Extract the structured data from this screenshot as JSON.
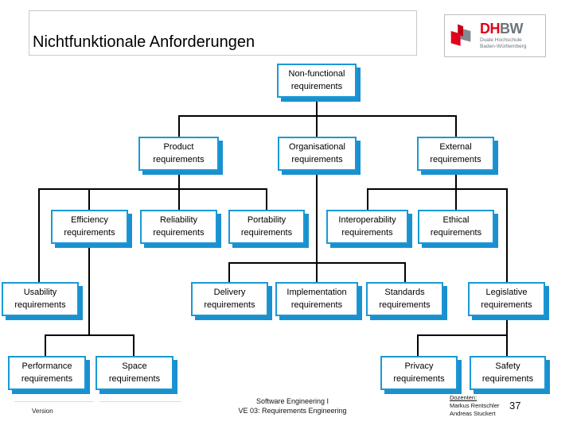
{
  "slide": {
    "title": "Nichtfunktionale Anforderungen",
    "page_number": "37"
  },
  "logo": {
    "name": "DHBW",
    "word_primary": "DH",
    "word_secondary": "BW",
    "subtitle_line1": "Duale Hochschule",
    "subtitle_line2": "Baden-Württemberg",
    "color_red": "#e2001a",
    "color_gray": "#6e7479"
  },
  "diagram": {
    "colors": {
      "box_border": "#1a99d6",
      "box_shadow": "#1b90cf",
      "connector": "#000000"
    },
    "nodes": {
      "nonfunctional": {
        "line1": "Non-functional",
        "line2": "requirements"
      },
      "product": {
        "line1": "Product",
        "line2": "requirements"
      },
      "organisational": {
        "line1": "Organisational",
        "line2": "requirements"
      },
      "external": {
        "line1": "External",
        "line2": "requirements"
      },
      "efficiency": {
        "line1": "Efficiency",
        "line2": "requirements"
      },
      "reliability": {
        "line1": "Reliability",
        "line2": "requirements"
      },
      "portability": {
        "line1": "Portability",
        "line2": "requirements"
      },
      "interoperability": {
        "line1": "Interoperability",
        "line2": "requirements"
      },
      "ethical": {
        "line1": "Ethical",
        "line2": "requirements"
      },
      "usability": {
        "line1": "Usability",
        "line2": "requirements"
      },
      "delivery": {
        "line1": "Delivery",
        "line2": "requirements"
      },
      "implementation": {
        "line1": "Implementation",
        "line2": "requirements"
      },
      "standards": {
        "line1": "Standards",
        "line2": "requirements"
      },
      "legislative": {
        "line1": "Legislative",
        "line2": "requirements"
      },
      "performance": {
        "line1": "Performance",
        "line2": "requirements"
      },
      "space": {
        "line1": "Space",
        "line2": "requirements"
      },
      "privacy": {
        "line1": "Privacy",
        "line2": "requirements"
      },
      "safety": {
        "line1": "Safety",
        "line2": "requirements"
      }
    },
    "hierarchy": {
      "Non-functional requirements": [
        "Product requirements",
        "Organisational requirements",
        "External requirements"
      ],
      "Product requirements": [
        "Usability requirements",
        "Efficiency requirements",
        "Reliability requirements",
        "Portability requirements"
      ],
      "Efficiency requirements": [
        "Performance requirements",
        "Space requirements"
      ],
      "Organisational requirements": [
        "Delivery requirements",
        "Implementation requirements",
        "Standards requirements"
      ],
      "External requirements": [
        "Interoperability requirements",
        "Ethical requirements",
        "Legislative requirements"
      ],
      "Legislative requirements": [
        "Privacy requirements",
        "Safety requirements"
      ]
    }
  },
  "footer": {
    "version_label": "Version",
    "course_line1": "Software Engineering I",
    "course_line2": "VE 03: Requirements Engineering",
    "lecturers_heading": "Dozenten:",
    "lecturers": [
      "Markus Rentschler",
      "Andreas Stuckert"
    ]
  }
}
